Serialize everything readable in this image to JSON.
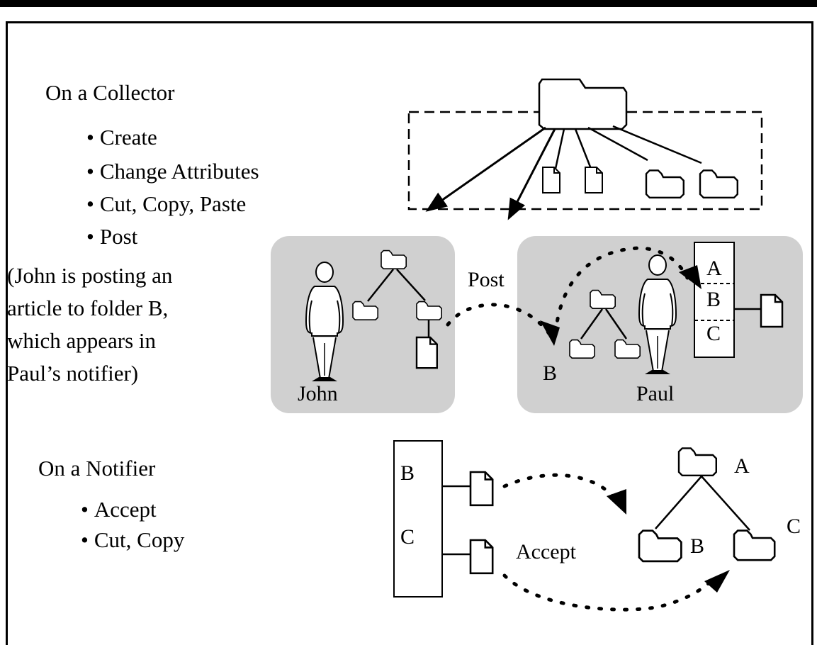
{
  "collector": {
    "heading": "On a Collector",
    "bullets": [
      "Create",
      "Change Attributes",
      "Cut, Copy, Paste",
      "Post"
    ],
    "note": [
      "(John is posting an",
      "article to folder B,",
      "which appears in",
      "Paul’s notifier)"
    ]
  },
  "notifier": {
    "heading": "On a Notifier",
    "bullets": [
      "Accept",
      "Cut, Copy"
    ]
  },
  "scene": {
    "john_label": "John",
    "paul_label": "Paul",
    "post_label": "Post",
    "b_label": "B",
    "paul_notifier": [
      "A",
      "B",
      "C"
    ]
  },
  "accept": {
    "label": "Accept",
    "notifier_items": [
      "B",
      "C"
    ],
    "folder_labels": [
      "A",
      "B",
      "C"
    ]
  },
  "colors": {
    "panel": "#d0d0d0",
    "ink": "#000000",
    "background": "#ffffff"
  }
}
